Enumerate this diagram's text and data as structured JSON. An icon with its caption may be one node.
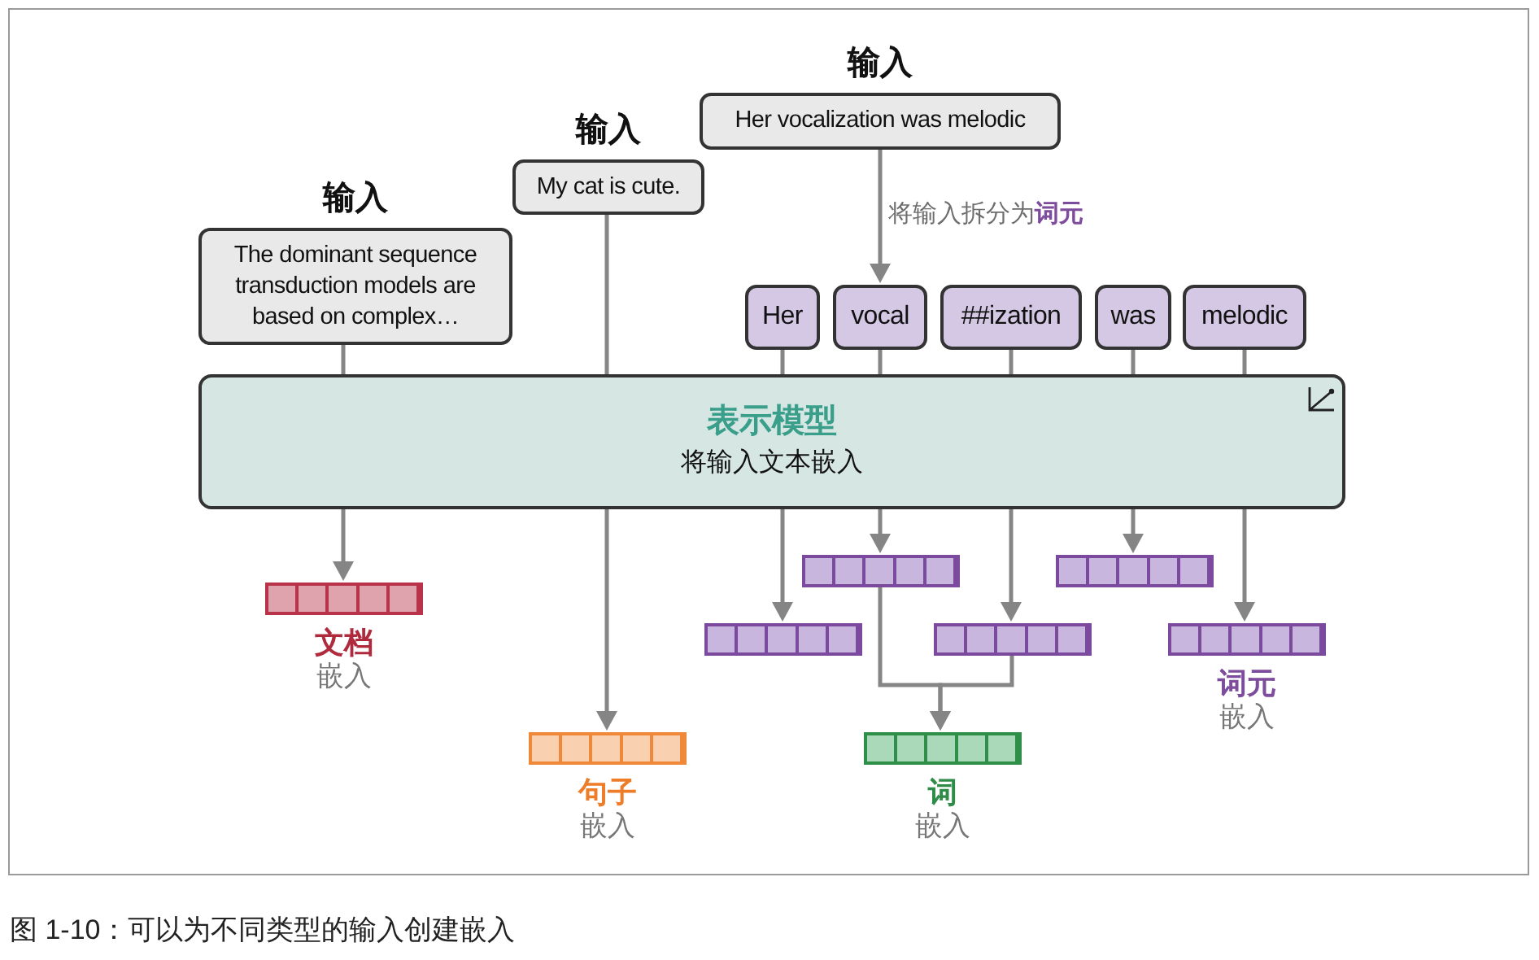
{
  "diagram": {
    "caption": "图 1-10：可以为不同类型的输入创建嵌入",
    "nodes": [
      {
        "text": [
          "输入",
          "The dominant sequence transduction models are based on complex…"
        ]
      },
      {
        "text": [
          "输入",
          "My cat is cute."
        ]
      },
      {
        "text": [
          "输入",
          "Her vocalization was melodic"
        ]
      },
      {
        "text": [
          "Her"
        ]
      },
      {
        "text": [
          "vocal"
        ]
      },
      {
        "text": [
          "##ization"
        ]
      },
      {
        "text": [
          "was"
        ]
      },
      {
        "text": [
          "melodic"
        ]
      },
      {
        "text": [
          "表示模型",
          "将输入文本嵌入"
        ]
      },
      {
        "text": [],
        "shape": "bar",
        "beside": [
          "文档",
          "嵌入"
        ]
      },
      {
        "text": [],
        "shape": "bar",
        "beside": [
          "句子",
          "嵌入"
        ]
      },
      {
        "text": [],
        "shape": "bar"
      },
      {
        "text": [],
        "shape": "bar"
      },
      {
        "text": [],
        "shape": "bar"
      },
      {
        "text": [],
        "shape": "bar"
      },
      {
        "text": [],
        "shape": "bar",
        "beside": [
          "词元",
          "嵌入"
        ]
      },
      {
        "text": [],
        "shape": "bar",
        "beside": [
          "词",
          "嵌入"
        ]
      }
    ],
    "edges": [
      {
        "from": 0,
        "to": 8,
        "arrow": "none"
      },
      {
        "from": 1,
        "to": 8,
        "arrow": "none"
      },
      {
        "from": 2,
        "to": 4,
        "arrow": "to",
        "label": "将输入拆分为**词元**"
      },
      {
        "from": 3,
        "to": 8,
        "arrow": "none"
      },
      {
        "from": 4,
        "to": 8,
        "arrow": "none"
      },
      {
        "from": 5,
        "to": 8,
        "arrow": "none"
      },
      {
        "from": 6,
        "to": 8,
        "arrow": "none"
      },
      {
        "from": 7,
        "to": 8,
        "arrow": "none"
      },
      {
        "from": 8,
        "to": 9,
        "arrow": "to"
      },
      {
        "from": 8,
        "to": 10,
        "arrow": "to"
      },
      {
        "from": 8,
        "to": 11,
        "arrow": "to"
      },
      {
        "from": 8,
        "to": 12,
        "arrow": "to"
      },
      {
        "from": 8,
        "to": 13,
        "arrow": "to"
      },
      {
        "from": 8,
        "to": 14,
        "arrow": "to"
      },
      {
        "from": 8,
        "to": 15,
        "arrow": "to"
      },
      {
        "from": 12,
        "to": 16,
        "arrow": "to"
      },
      {
        "from": 13,
        "to": 16,
        "arrow": "to"
      }
    ]
  }
}
